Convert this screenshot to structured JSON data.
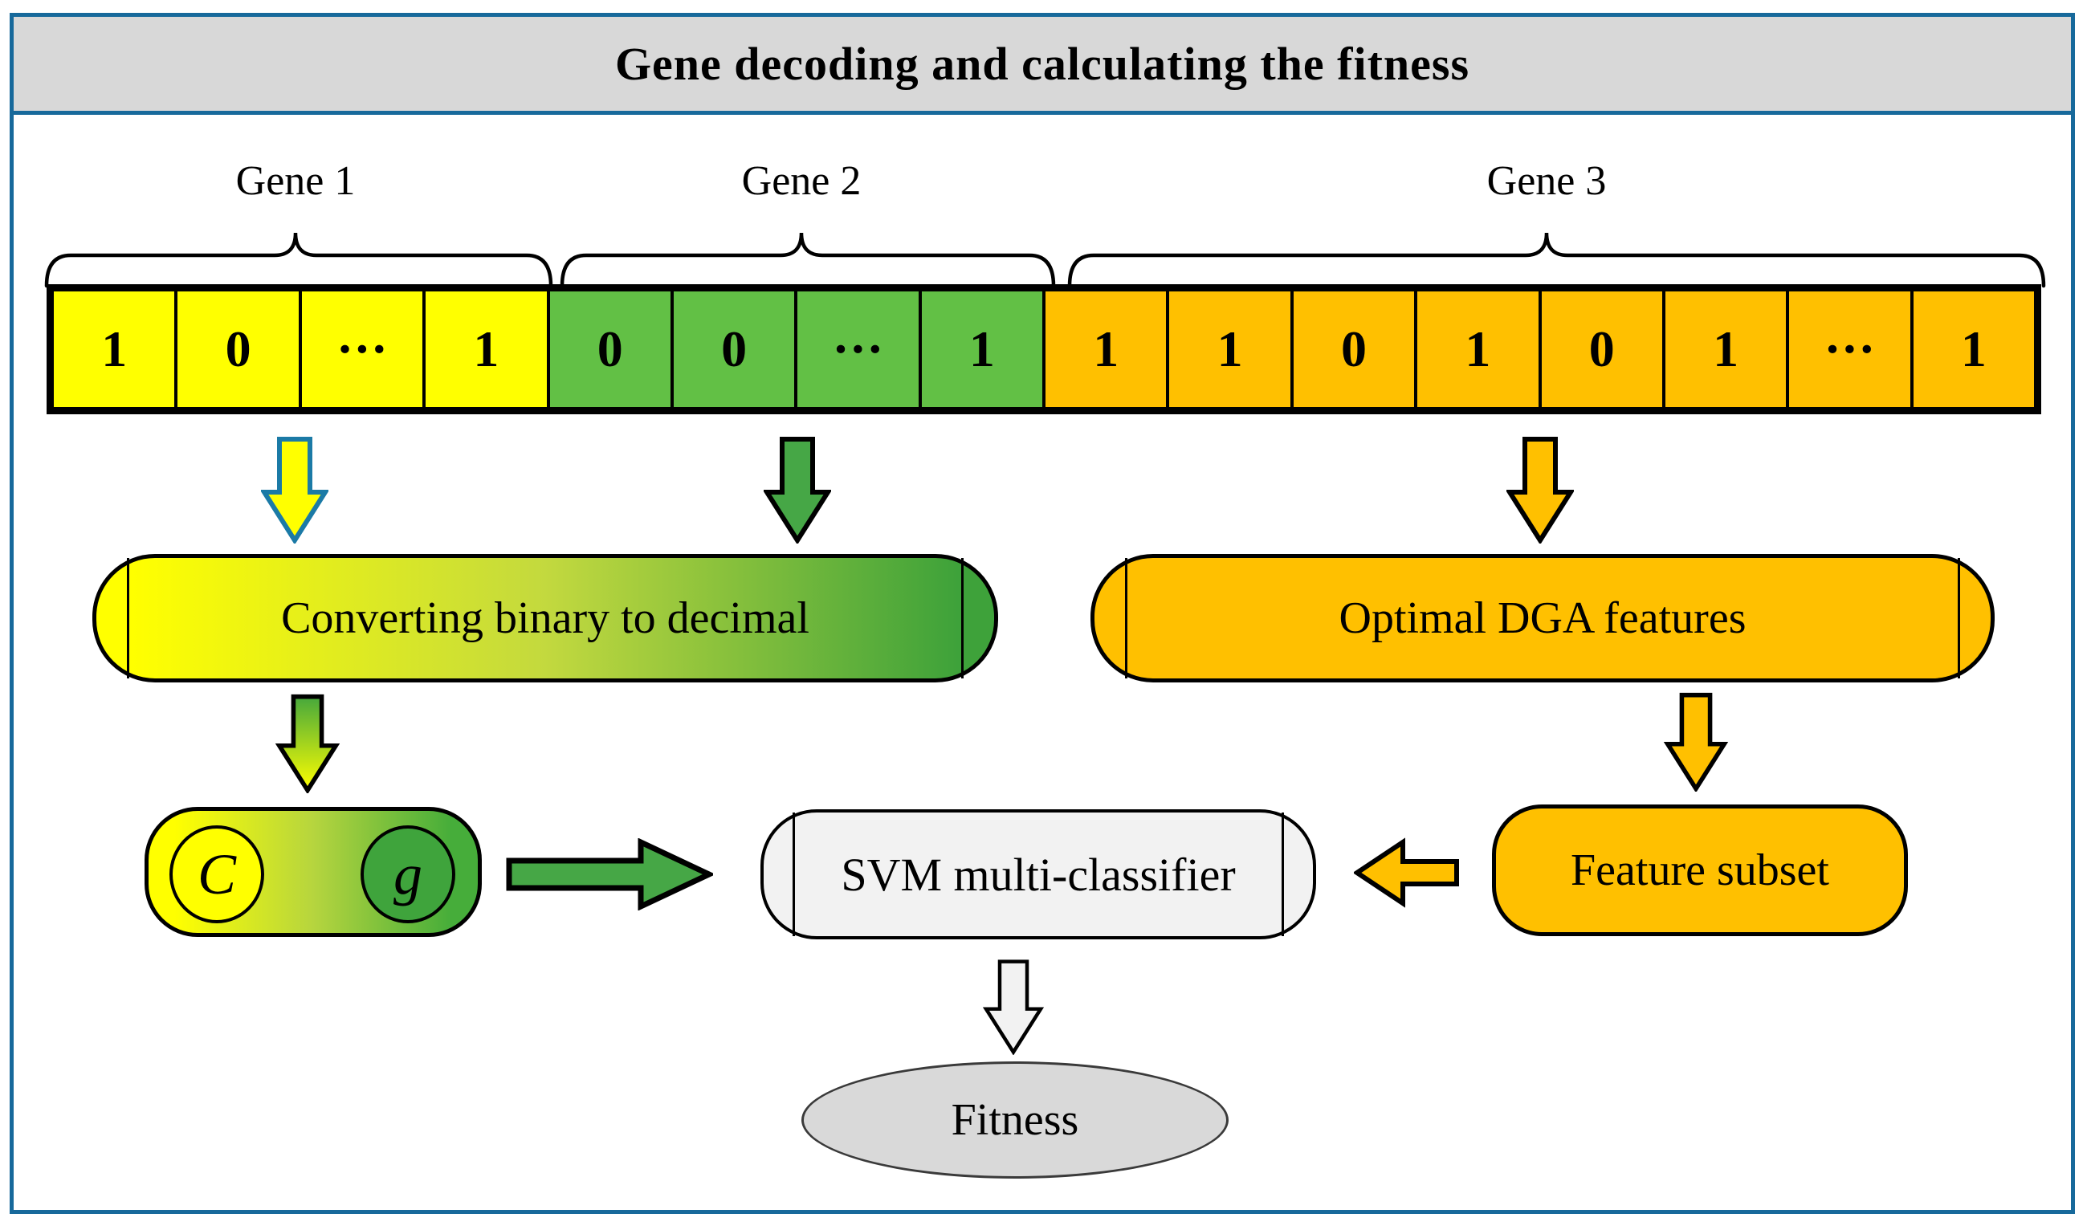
{
  "title": "Gene decoding and calculating the fitness",
  "genes": [
    {
      "label": "Gene 1",
      "color": "#ffff00",
      "cells": [
        "1",
        "0",
        "···",
        "1"
      ]
    },
    {
      "label": "Gene 2",
      "color": "#62c045",
      "cells": [
        "0",
        "0",
        "···",
        "1"
      ]
    },
    {
      "label": "Gene 3",
      "color": "#ffc000",
      "cells": [
        "1",
        "1",
        "0",
        "1",
        "0",
        "1",
        "···",
        "1"
      ]
    }
  ],
  "nodes": {
    "convert": "Converting binary to decimal",
    "optimal": "Optimal DGA features",
    "svm": "SVM multi-classifier",
    "feature": "Feature subset",
    "fitness": "Fitness",
    "param_c": "C",
    "param_g": "g"
  },
  "icons": {
    "gene1_down_arrow": "block-down-arrow",
    "gene2_down_arrow": "block-down-arrow",
    "gene3_down_arrow": "block-down-arrow",
    "convert_down_arrow": "block-down-arrow",
    "optimal_down_arrow": "block-down-arrow",
    "svm_down_arrow": "block-down-arrow",
    "cg_right_arrow": "block-right-arrow",
    "feature_left_arrow": "block-left-arrow",
    "gene_braces": "curly-overbrace"
  },
  "colors": {
    "frame_blue": "#17699b",
    "titlebar_gray": "#d8d8d8",
    "gene1_yellow": "#ffff00",
    "gene2_green": "#62c045",
    "gene3_orange": "#ffc000",
    "arrow_green": "#46a746",
    "gradient_green_end": "#3ea23a",
    "yellow_arrow_outline": "#1b7aa6",
    "svm_gray": "#f2f2f2",
    "fitness_gray": "#d9d9d9",
    "outline_black": "#000000"
  }
}
